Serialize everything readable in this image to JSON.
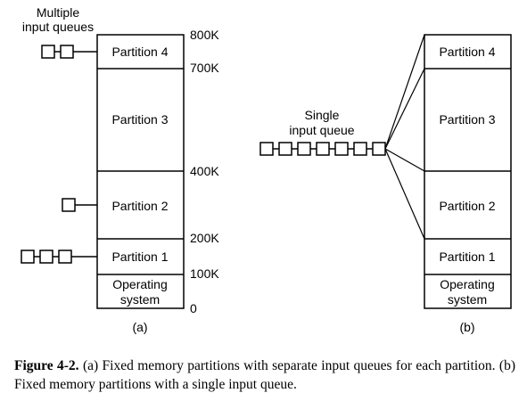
{
  "diagram_a": {
    "multiple_queues_label_1": "Multiple",
    "multiple_queues_label_2": "input queues",
    "partitions": [
      "Partition 4",
      "Partition 3",
      "Partition 2",
      "Partition 1"
    ],
    "os_label_1": "Operating",
    "os_label_2": "system",
    "addresses": [
      "800K",
      "700K",
      "400K",
      "200K",
      "100K",
      "0"
    ],
    "sublabel": "(a)"
  },
  "diagram_b": {
    "single_queue_label_1": "Single",
    "single_queue_label_2": "input queue",
    "partitions": [
      "Partition 4",
      "Partition 3",
      "Partition 2",
      "Partition 1"
    ],
    "os_label_1": "Operating",
    "os_label_2": "system",
    "sublabel": "(b)"
  },
  "caption": {
    "figure_label": "Figure 4-2.",
    "text": "(a) Fixed memory partitions with separate input queues for each partition. (b) Fixed memory partitions with a single input queue."
  }
}
